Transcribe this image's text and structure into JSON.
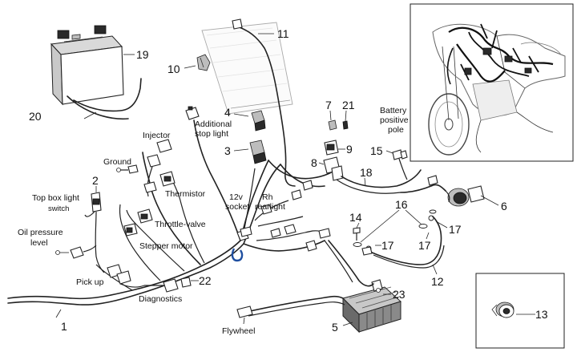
{
  "callouts": {
    "n1": "1",
    "n2": "2",
    "n3": "3",
    "n4": "4",
    "n5": "5",
    "n6": "6",
    "n7": "7",
    "n8": "8",
    "n9": "9",
    "n10": "10",
    "n11": "11",
    "n12": "12",
    "n13": "13",
    "n14": "14",
    "n15": "15",
    "n16": "16",
    "n17a": "17",
    "n17b": "17",
    "n17c": "17",
    "n18": "18",
    "n19": "19",
    "n20": "20",
    "n21": "21",
    "n22": "22",
    "n23": "23"
  },
  "labels": {
    "injector": "Injector",
    "additional_stop_light_1": "Additional",
    "additional_stop_light_2": "stop light",
    "ground": "Ground",
    "thermistor": "Thermistor",
    "throttle_valve": "Throttle-valve",
    "top_box_light_1": "Top box light",
    "top_box_light_2": "switch",
    "oil_pressure_1": "Oil pressure",
    "oil_pressure_2": "level",
    "stepper_motor": "Stepper motor",
    "twelve_v_1": "12v",
    "twelve_v_2": "socket",
    "rh_rearlight_1": "Rh",
    "rh_rearlight_2": "rearlight",
    "battery_pole_1": "Battery",
    "battery_pole_2": "positive",
    "battery_pole_3": "pole",
    "pick_up": "Pick up",
    "diagnostics": "Diagnostics",
    "flywheel": "Flywheel"
  }
}
